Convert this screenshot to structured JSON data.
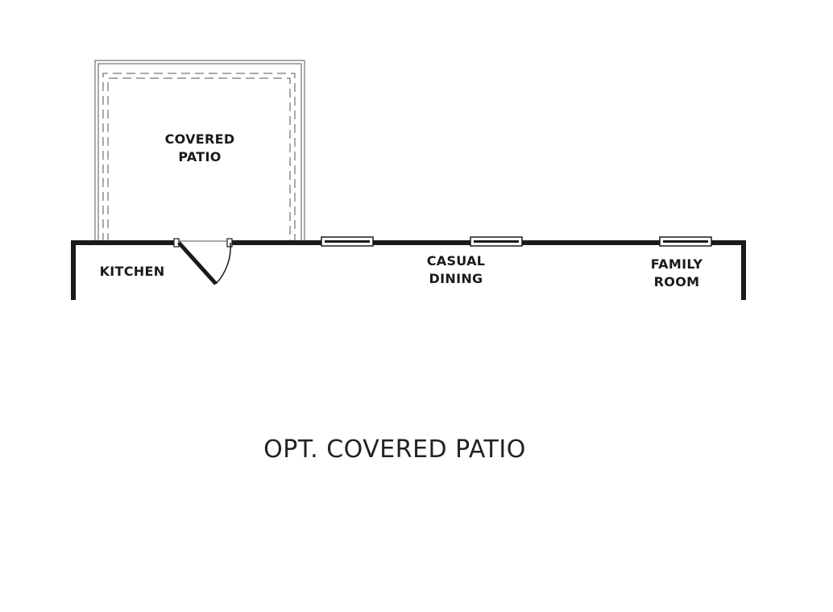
{
  "rooms": {
    "covered_patio": [
      "COVERED",
      "PATIO"
    ],
    "kitchen": "KITCHEN",
    "casual_dining": [
      "CASUAL",
      "DINING"
    ],
    "family_room": [
      "FAMILY",
      "ROOM"
    ]
  },
  "caption": "OPT. COVERED PATIO",
  "colors": {
    "wall": "#1a1a1a",
    "line": "#555555",
    "background": "#ffffff"
  }
}
